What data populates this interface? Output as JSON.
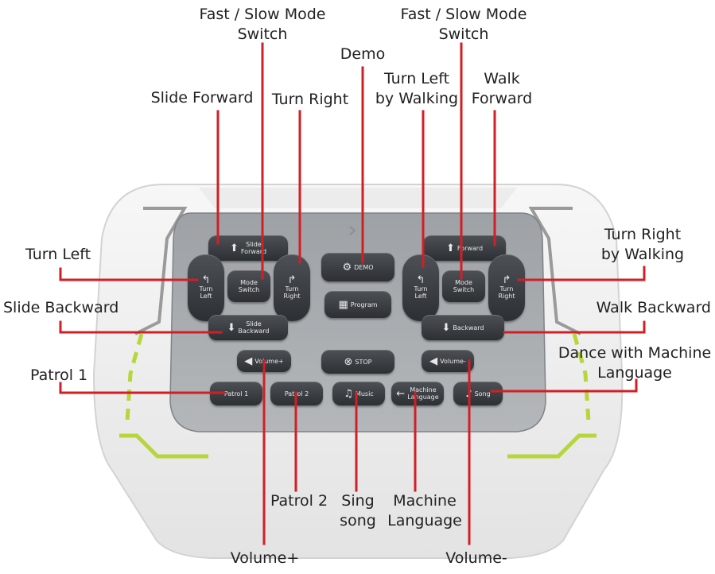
{
  "callouts": {
    "fast_slow_left": "Fast / Slow Mode\nSwitch",
    "fast_slow_right": "Fast / Slow Mode\nSwitch",
    "demo": "Demo",
    "slide_forward": "Slide Forward",
    "turn_right": "Turn Right",
    "turn_left_by_walking": "Turn Left\nby Walking",
    "walk_forward": "Walk\nForward",
    "turn_left": "Turn Left",
    "turn_right_by_walking": "Turn Right\nby Walking",
    "slide_backward": "Slide Backward",
    "walk_backward": "Walk Backward",
    "dance_machine_language": "Dance with Machine\nLanguage",
    "patrol_1": "Patrol 1",
    "patrol_2": "Patrol 2",
    "sing_song": "Sing\nsong",
    "machine_language": "Machine\nLanguage",
    "volume_plus": "Volume+",
    "volume_minus": "Volume-"
  },
  "keys": {
    "slide_forward": "Slide\nForward",
    "turn_left": "Turn\nLeft",
    "mode_switch_left": "Mode\nSwitch",
    "turn_right": "Turn\nRight",
    "slide_backward": "Slide\nBackward",
    "demo": "DEMO",
    "program": "Program",
    "stop": "STOP",
    "forward": "Forward",
    "walk_turn_left": "Turn\nLeft",
    "mode_switch_right": "Mode\nSwitch",
    "walk_turn_right": "Turn\nRight",
    "backward": "Backward",
    "volume_plus": "Volume+",
    "volume_minus": "Volume-",
    "patrol_1": "Patrol  1",
    "patrol_2": "Patrol  2",
    "music": "Music",
    "machine_language": "Machine\nLanguage",
    "song": "Song"
  },
  "icons": [
    "arrow-up-icon",
    "turn-left-icon",
    "turn-right-icon",
    "arrow-down-icon",
    "demo-icon",
    "program-icon",
    "stop-icon",
    "speaker-icon",
    "music-note-icon",
    "arrow-left-icon"
  ],
  "colors": {
    "leader_line": "#d21f26",
    "device_shell": "#f2f2f2",
    "panel": "#a9acb0",
    "key": "#34373b",
    "key_text": "#e8e8e8",
    "accent_green": "#b7d63b",
    "callout_text": "#222222"
  }
}
